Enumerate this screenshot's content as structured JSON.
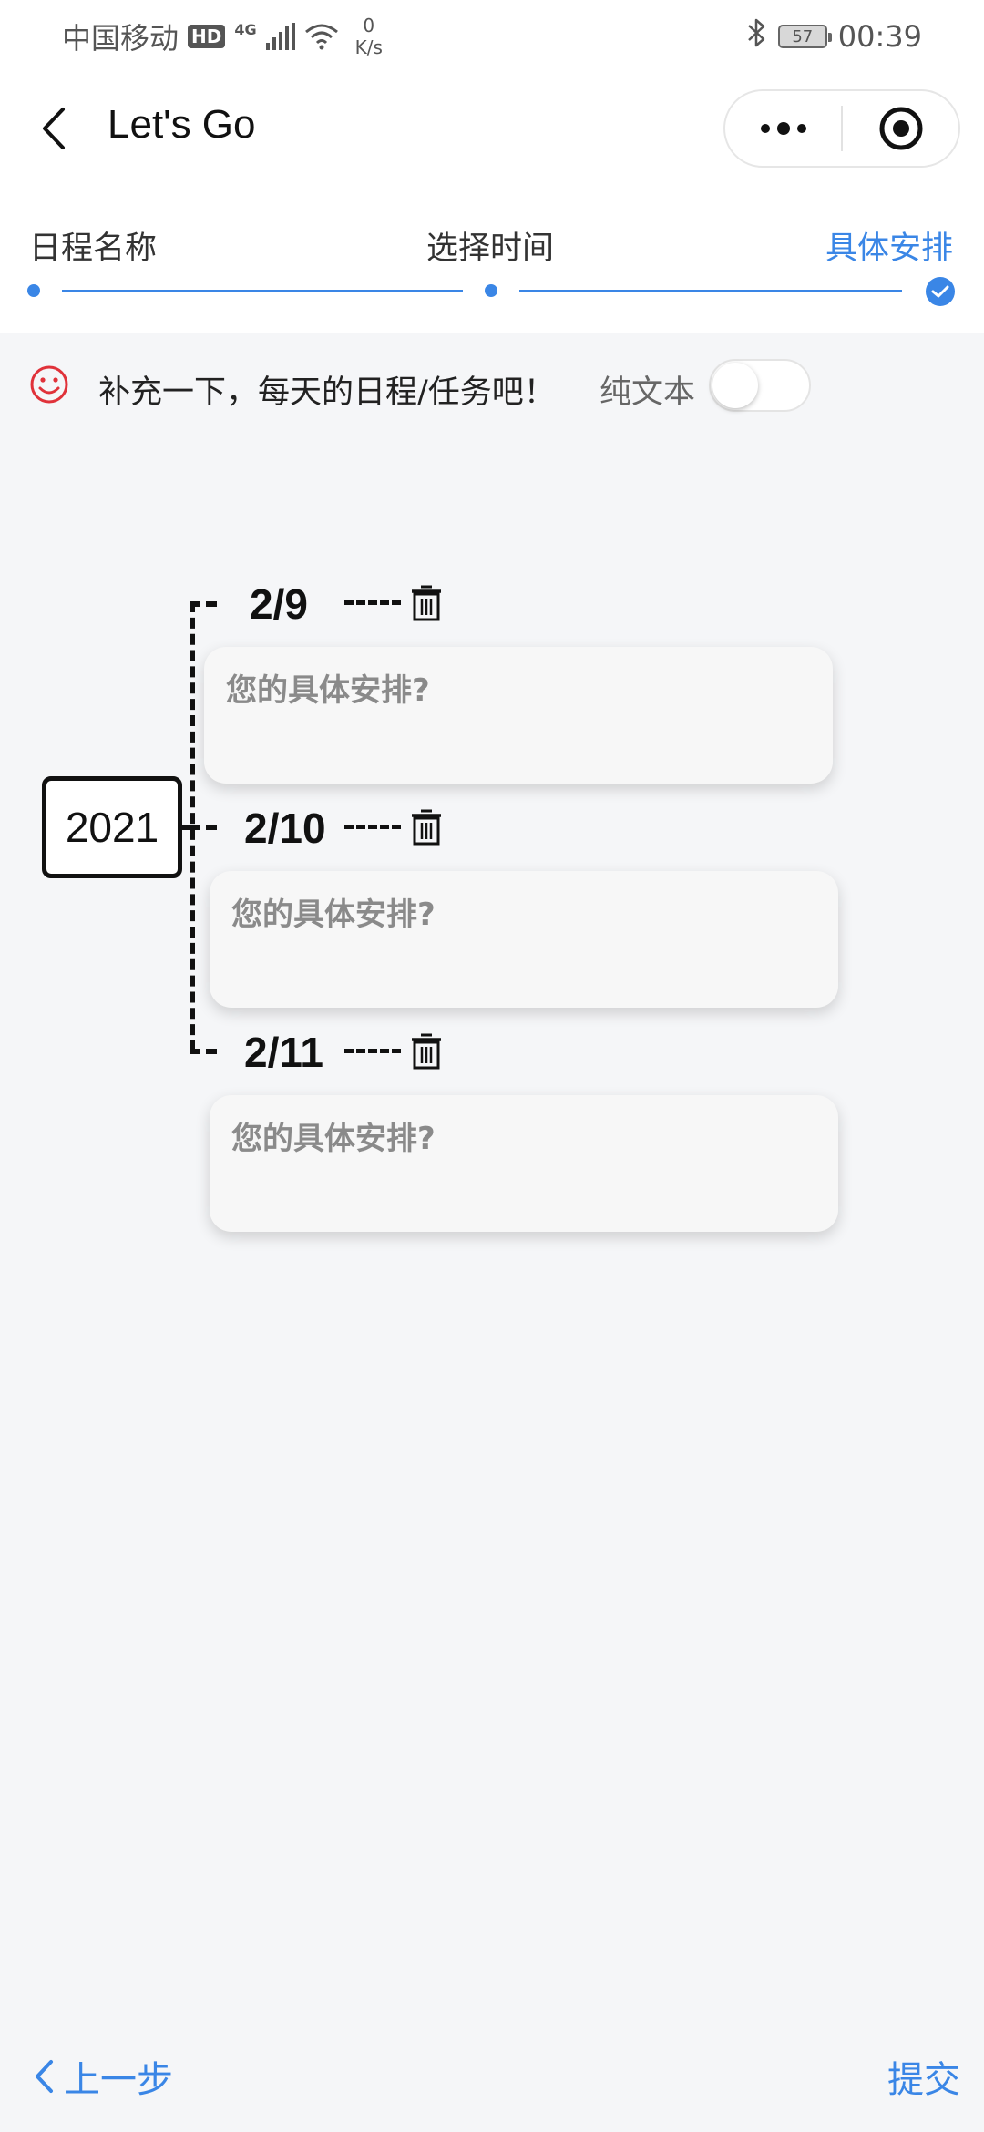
{
  "status_bar": {
    "carrier": "中国移动",
    "hd_badge": "HD",
    "network": "4G",
    "speed_value": "0",
    "speed_unit": "K/s",
    "battery": "57",
    "time": "00:39"
  },
  "nav": {
    "title": "Let's Go"
  },
  "steps": [
    {
      "label": "日程名称",
      "state": "done"
    },
    {
      "label": "选择时间",
      "state": "done"
    },
    {
      "label": "具体安排",
      "state": "active"
    }
  ],
  "hint": {
    "text": "补充一下，每天的日程/任务吧！",
    "plain_text_label": "纯文本",
    "plain_text_enabled": false
  },
  "timeline": {
    "year": "2021",
    "days": [
      {
        "date": "2/9",
        "value": "",
        "placeholder": "您的具体安排?"
      },
      {
        "date": "2/10",
        "value": "",
        "placeholder": "您的具体安排?"
      },
      {
        "date": "2/11",
        "value": "",
        "placeholder": "您的具体安排?"
      }
    ]
  },
  "footer": {
    "prev_label": "上一步",
    "submit_label": "提交"
  },
  "colors": {
    "accent": "#3a86e6",
    "smile": "#e0323a",
    "background": "#f5f6f8"
  },
  "icons": {
    "back": "chevron-left-icon",
    "more": "more-dots-icon",
    "close": "record-circle-icon",
    "hint": "smile-icon",
    "delete": "trash-icon",
    "check": "check-circle-icon"
  }
}
